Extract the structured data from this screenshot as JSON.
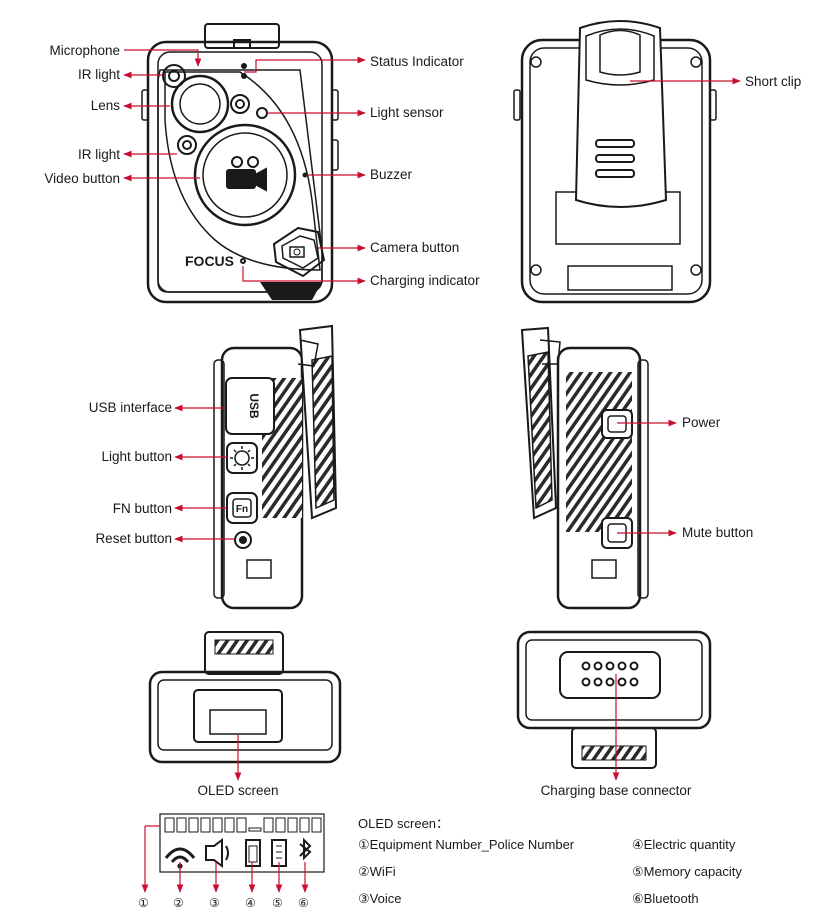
{
  "brand_text": "FOCUS",
  "accent_color": "#c8102e",
  "front_labels": {
    "microphone": "Microphone",
    "ir_light_top": "IR light",
    "lens": "Lens",
    "ir_light_bottom": "IR light",
    "video_button": "Video button",
    "status_indicator": "Status Indicator",
    "light_sensor": "Light sensor",
    "buzzer": "Buzzer",
    "camera_button": "Camera button",
    "charging_indicator": "Charging indicator"
  },
  "back_labels": {
    "short_clip": "Short clip"
  },
  "left_side_labels": {
    "usb_interface": "USB interface",
    "light_button": "Light button",
    "fn_button": "FN button",
    "reset_button": "Reset button",
    "usb_text": "USB",
    "fn_text": "Fn"
  },
  "right_side_labels": {
    "power": "Power",
    "mute_button": "Mute button"
  },
  "bottom_labels": {
    "oled_screen": "OLED screen",
    "charging_base_connector": "Charging base connector"
  },
  "oled_legend": {
    "title": "OLED screen：",
    "items": [
      "①Equipment Number_Police Number",
      "②WiFi",
      "③Voice",
      "④Electric quantity",
      "⑤Memory capacity",
      "⑥Bluetooth"
    ],
    "markers": [
      "①",
      "②",
      "③",
      "④",
      "⑤",
      "⑥"
    ]
  }
}
